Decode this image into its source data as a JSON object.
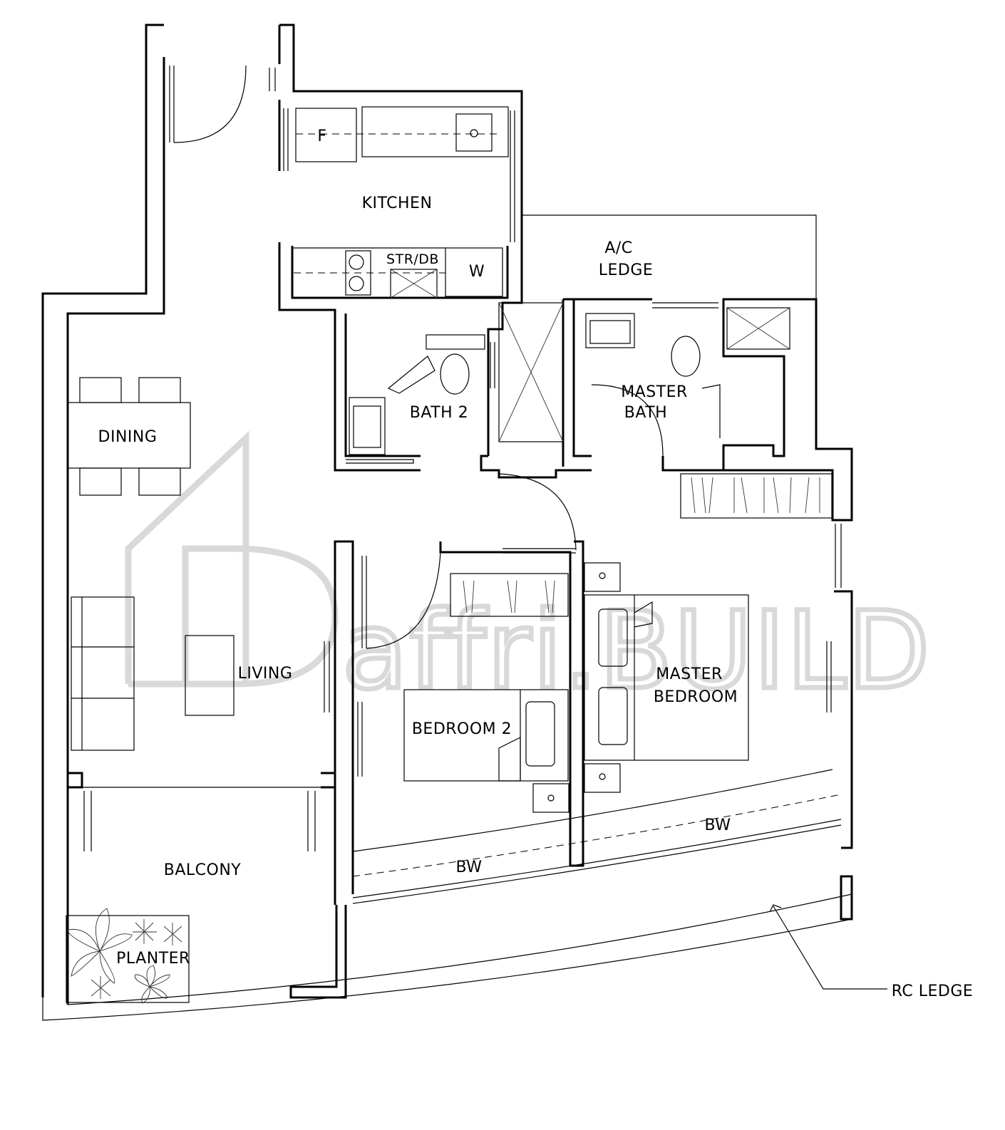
{
  "rooms": {
    "kitchen": "KITCHEN",
    "fridge": "F",
    "washer": "W",
    "store": "STR/DB",
    "ac_ledge_line1": "A/C",
    "ac_ledge_line2": "LEDGE",
    "dining": "DINING",
    "bath2": "BATH 2",
    "master_bath_line1": "MASTER",
    "master_bath_line2": "BATH",
    "living": "LIVING",
    "bedroom2": "BEDROOM 2",
    "master_bedroom_line1": "MASTER",
    "master_bedroom_line2": "BEDROOM",
    "balcony": "BALCONY",
    "planter": "PLANTER",
    "bay_window": "BW",
    "rc_ledge": "RC LEDGE"
  },
  "watermark": {
    "text": "affri.BUILD",
    "color": "#d9d9d9"
  },
  "colors": {
    "line": "#000000",
    "background": "#ffffff"
  }
}
